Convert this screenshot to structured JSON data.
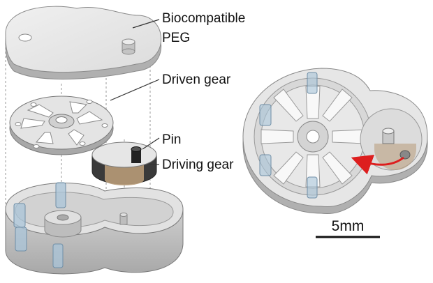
{
  "labels": {
    "cover_line1": "Biocompatible",
    "cover_line2": "PEG",
    "driven_gear": "Driven gear",
    "pin": "Pin",
    "driving_gear": "Driving gear"
  },
  "scale_bar": {
    "label": "5mm"
  },
  "colors": {
    "part_fill": "#e6e6e6",
    "part_side": "#b9b9b9",
    "outline": "#777777",
    "magnet_blue": "#a9c4d8",
    "arrow_red": "#dd1e1e",
    "tan": "#b89b78"
  }
}
